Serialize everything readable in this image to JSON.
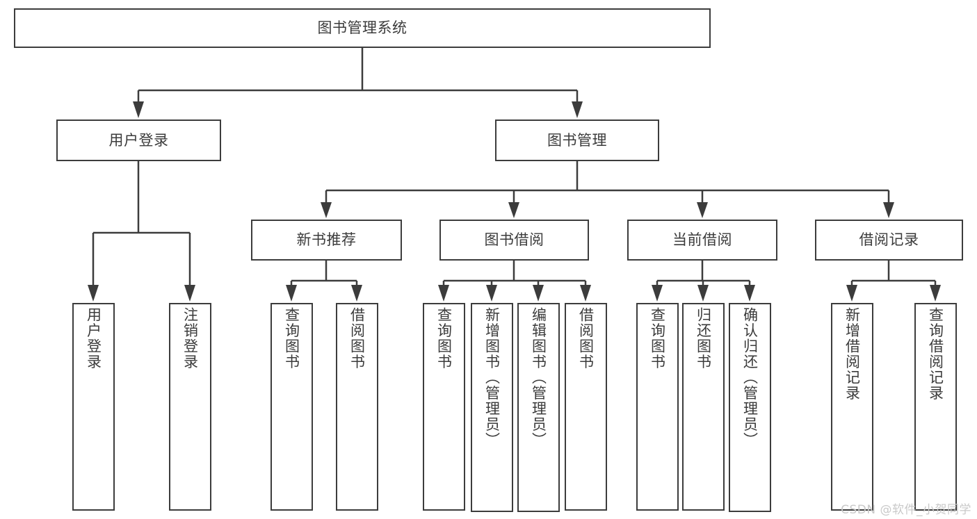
{
  "diagram": {
    "title": "图书管理系统",
    "type": "tree-hierarchy",
    "root": {
      "label": "图书管理系统"
    },
    "level1": [
      {
        "label": "用户登录"
      },
      {
        "label": "图书管理"
      }
    ],
    "level2": [
      {
        "label": "新书推荐"
      },
      {
        "label": "图书借阅"
      },
      {
        "label": "当前借阅"
      },
      {
        "label": "借阅记录"
      }
    ],
    "leaves": {
      "user_login": [
        {
          "label": "用户登录"
        },
        {
          "label": "注销登录"
        }
      ],
      "new_book_recommend": [
        {
          "label": "查询图书"
        },
        {
          "label": "借阅图书"
        }
      ],
      "book_borrow": [
        {
          "label": "查询图书"
        },
        {
          "label": "新增图书（管理员）"
        },
        {
          "label": "编辑图书（管理员）"
        },
        {
          "label": "借阅图书"
        }
      ],
      "current_borrow": [
        {
          "label": "查询图书"
        },
        {
          "label": "归还图书"
        },
        {
          "label": "确认归还（管理员）"
        }
      ],
      "borrow_record": [
        {
          "label": "新增借阅记录"
        },
        {
          "label": "查询借阅记录"
        }
      ]
    }
  },
  "watermark": {
    "text": "CSDN @软件_小贺同学"
  },
  "colors": {
    "stroke": "#3c3c3c",
    "text": "#3b3b3b",
    "background": "#ffffff",
    "watermark": "#c9c9c9"
  }
}
